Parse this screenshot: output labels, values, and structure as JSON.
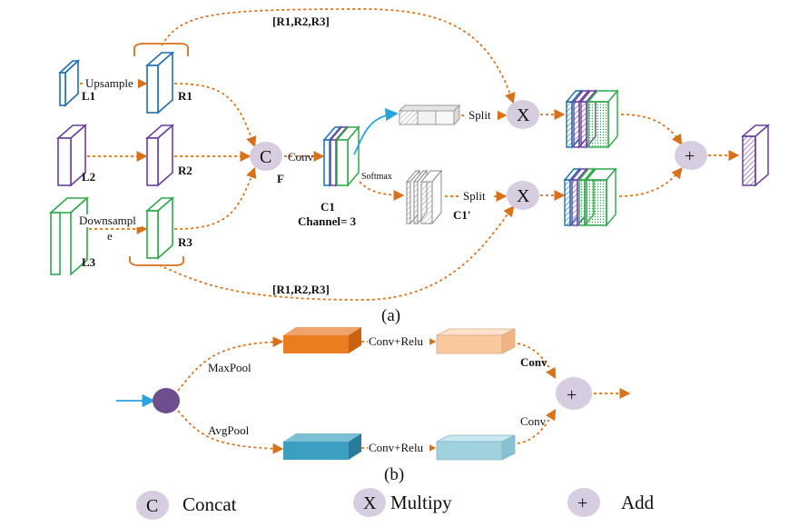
{
  "colors": {
    "blue": "#1f6fb0",
    "purple": "#6b3fa0",
    "green": "#2ca84a",
    "orange": "#d9701a",
    "arrow_cyan": "#29a3dc",
    "op_circle": "#d6cde0",
    "maxpool_box": "#ea7d1f",
    "maxpool_light": "#f9c89d",
    "avgpool_box": "#3c9ec0",
    "avgpool_light": "#9fd2de",
    "grey": "#b8b8b8",
    "dark_node": "#6e4f8e"
  },
  "part_a": {
    "caption": "(a)",
    "top_bracket_label": "[R1,R2,R3]",
    "bottom_bracket_label": "[R1,R2,R3]",
    "layers": {
      "l1": "L1",
      "l2": "L2",
      "l3": "L3",
      "r1": "R1",
      "r2": "R2",
      "r3": "R3"
    },
    "upsample": "Upsample",
    "downsample_1": "Downsampl",
    "downsample_2": "e",
    "concat_symbol": "C",
    "concat_output": "F",
    "conv": "Conv",
    "c1_label": "C1",
    "channel_label": "Channel= 3",
    "softmax": "Softmax",
    "split_top": "Split",
    "split_bottom": "Split",
    "c1_prime": "C1'",
    "multiply_symbol_top": "X",
    "multiply_symbol_bottom": "X",
    "add_symbol": "+"
  },
  "part_b": {
    "caption": "(b)",
    "maxpool": "MaxPool",
    "avgpool": "AvgPool",
    "conv_relu_top": "Conv+Relu",
    "conv_relu_bottom": "Conv+Relu",
    "conv_top": "Conv",
    "conv_bottom": "Conv",
    "add_symbol": "+"
  },
  "legend": [
    {
      "symbol": "C",
      "label": "Concat"
    },
    {
      "symbol": "X",
      "label": "Multipy"
    },
    {
      "symbol": "+",
      "label": "Add"
    }
  ]
}
